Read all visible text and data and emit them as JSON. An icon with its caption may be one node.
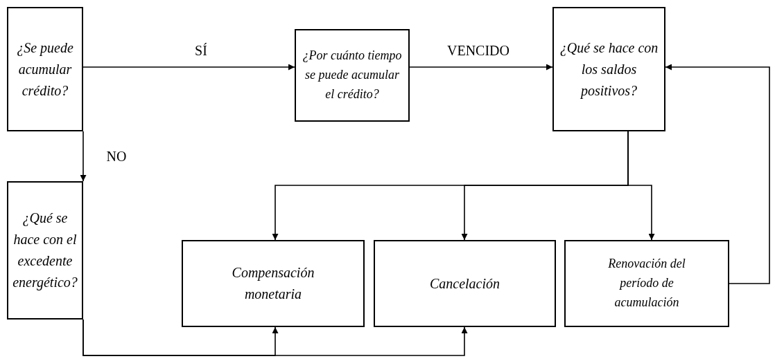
{
  "diagram": {
    "nodes": [
      {
        "text": [
          "¿Se puede acumular crédito?"
        ]
      },
      {
        "text": [
          "¿Por cuánto tiempo se puede acumular el crédito?"
        ]
      },
      {
        "text": [
          "¿Qué se hace con los saldos positivos?"
        ]
      },
      {
        "text": [
          "¿Qué se hace con el excedente energético?"
        ]
      },
      {
        "text": [
          "Compensación monetaria"
        ]
      },
      {
        "text": [
          "Cancelación"
        ]
      },
      {
        "text": [
          "Renovación del período de acumulación"
        ]
      }
    ],
    "edges": [
      {
        "from": 0,
        "to": 1,
        "arrow": "to",
        "label": "SÍ"
      },
      {
        "from": 1,
        "to": 2,
        "arrow": "to",
        "label": "VENCIDO"
      },
      {
        "from": 0,
        "to": 3,
        "arrow": "to",
        "label": "NO"
      },
      {
        "from": 2,
        "to": 4,
        "arrow": "to"
      },
      {
        "from": 2,
        "to": 5,
        "arrow": "to"
      },
      {
        "from": 2,
        "to": 6,
        "arrow": "to"
      },
      {
        "from": 6,
        "to": 2,
        "arrow": "to"
      },
      {
        "from": 3,
        "to": 4,
        "arrow": "to"
      },
      {
        "from": 3,
        "to": 5,
        "arrow": "to"
      }
    ]
  }
}
